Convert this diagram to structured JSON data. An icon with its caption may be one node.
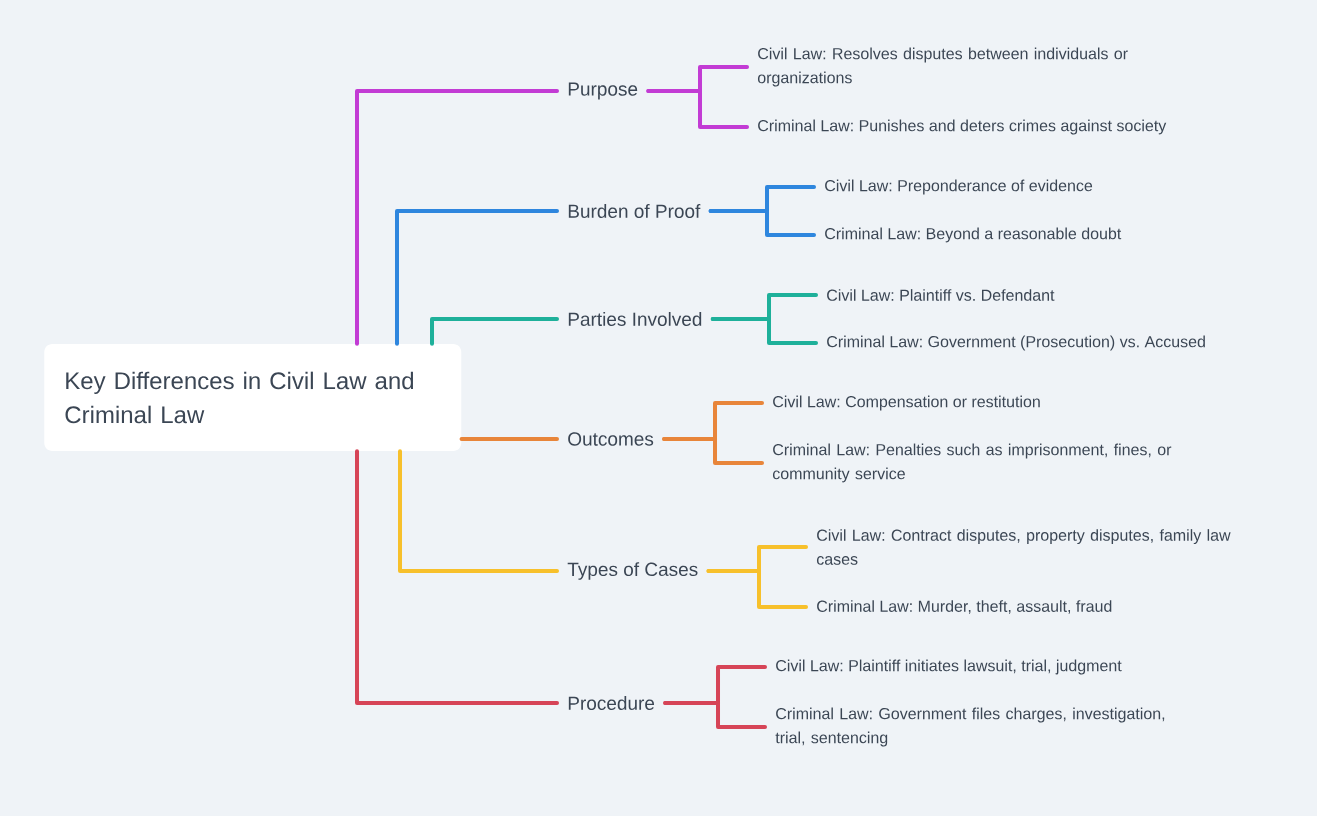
{
  "diagram": {
    "nodes": [
      {
        "text": [
          "Key Differences in Civil Law and Criminal Law"
        ]
      },
      {
        "text": [
          "Purpose"
        ]
      },
      {
        "text": [
          "Civil Law: Resolves disputes between individuals or organizations"
        ]
      },
      {
        "text": [
          "Criminal Law: Punishes and deters crimes against society"
        ]
      },
      {
        "text": [
          "Burden of Proof"
        ]
      },
      {
        "text": [
          "Civil Law: Preponderance of evidence"
        ]
      },
      {
        "text": [
          "Criminal Law: Beyond a reasonable doubt"
        ]
      },
      {
        "text": [
          "Parties Involved"
        ]
      },
      {
        "text": [
          "Civil Law: Plaintiff vs. Defendant"
        ]
      },
      {
        "text": [
          "Criminal Law: Government (Prosecution) vs. Accused"
        ]
      },
      {
        "text": [
          "Outcomes"
        ]
      },
      {
        "text": [
          "Civil Law: Compensation or restitution"
        ]
      },
      {
        "text": [
          "Criminal Law: Penalties such as imprisonment, fines, or community service"
        ]
      },
      {
        "text": [
          "Types of Cases"
        ]
      },
      {
        "text": [
          "Civil Law: Contract disputes, property disputes, family law cases"
        ]
      },
      {
        "text": [
          "Criminal Law: Murder, theft, assault, fraud"
        ]
      },
      {
        "text": [
          "Procedure"
        ]
      },
      {
        "text": [
          "Civil Law: Plaintiff initiates lawsuit, trial, judgment"
        ]
      },
      {
        "text": [
          "Criminal Law: Government files charges, investigation, trial, sentencing"
        ]
      }
    ],
    "edges": [
      {
        "from": 0,
        "to": 1,
        "arrow": "none",
        "color": "#c23bd4"
      },
      {
        "from": 1,
        "to": 2,
        "arrow": "none",
        "color": "#c23bd4"
      },
      {
        "from": 1,
        "to": 3,
        "arrow": "none",
        "color": "#c23bd4"
      },
      {
        "from": 0,
        "to": 4,
        "arrow": "none",
        "color": "#2e86de"
      },
      {
        "from": 4,
        "to": 5,
        "arrow": "none",
        "color": "#2e86de"
      },
      {
        "from": 4,
        "to": 6,
        "arrow": "none",
        "color": "#2e86de"
      },
      {
        "from": 0,
        "to": 7,
        "arrow": "none",
        "color": "#1eb09a"
      },
      {
        "from": 7,
        "to": 8,
        "arrow": "none",
        "color": "#1eb09a"
      },
      {
        "from": 7,
        "to": 9,
        "arrow": "none",
        "color": "#1eb09a"
      },
      {
        "from": 0,
        "to": 10,
        "arrow": "none",
        "color": "#e8853a"
      },
      {
        "from": 10,
        "to": 11,
        "arrow": "none",
        "color": "#e8853a"
      },
      {
        "from": 10,
        "to": 12,
        "arrow": "none",
        "color": "#e8853a"
      },
      {
        "from": 0,
        "to": 13,
        "arrow": "none",
        "color": "#f7c02b"
      },
      {
        "from": 13,
        "to": 14,
        "arrow": "none",
        "color": "#f7c02b"
      },
      {
        "from": 13,
        "to": 15,
        "arrow": "none",
        "color": "#f7c02b"
      },
      {
        "from": 0,
        "to": 16,
        "arrow": "none",
        "color": "#d64457"
      },
      {
        "from": 16,
        "to": 17,
        "arrow": "none",
        "color": "#d64457"
      },
      {
        "from": 16,
        "to": 18,
        "arrow": "none",
        "color": "#d64457"
      }
    ]
  }
}
